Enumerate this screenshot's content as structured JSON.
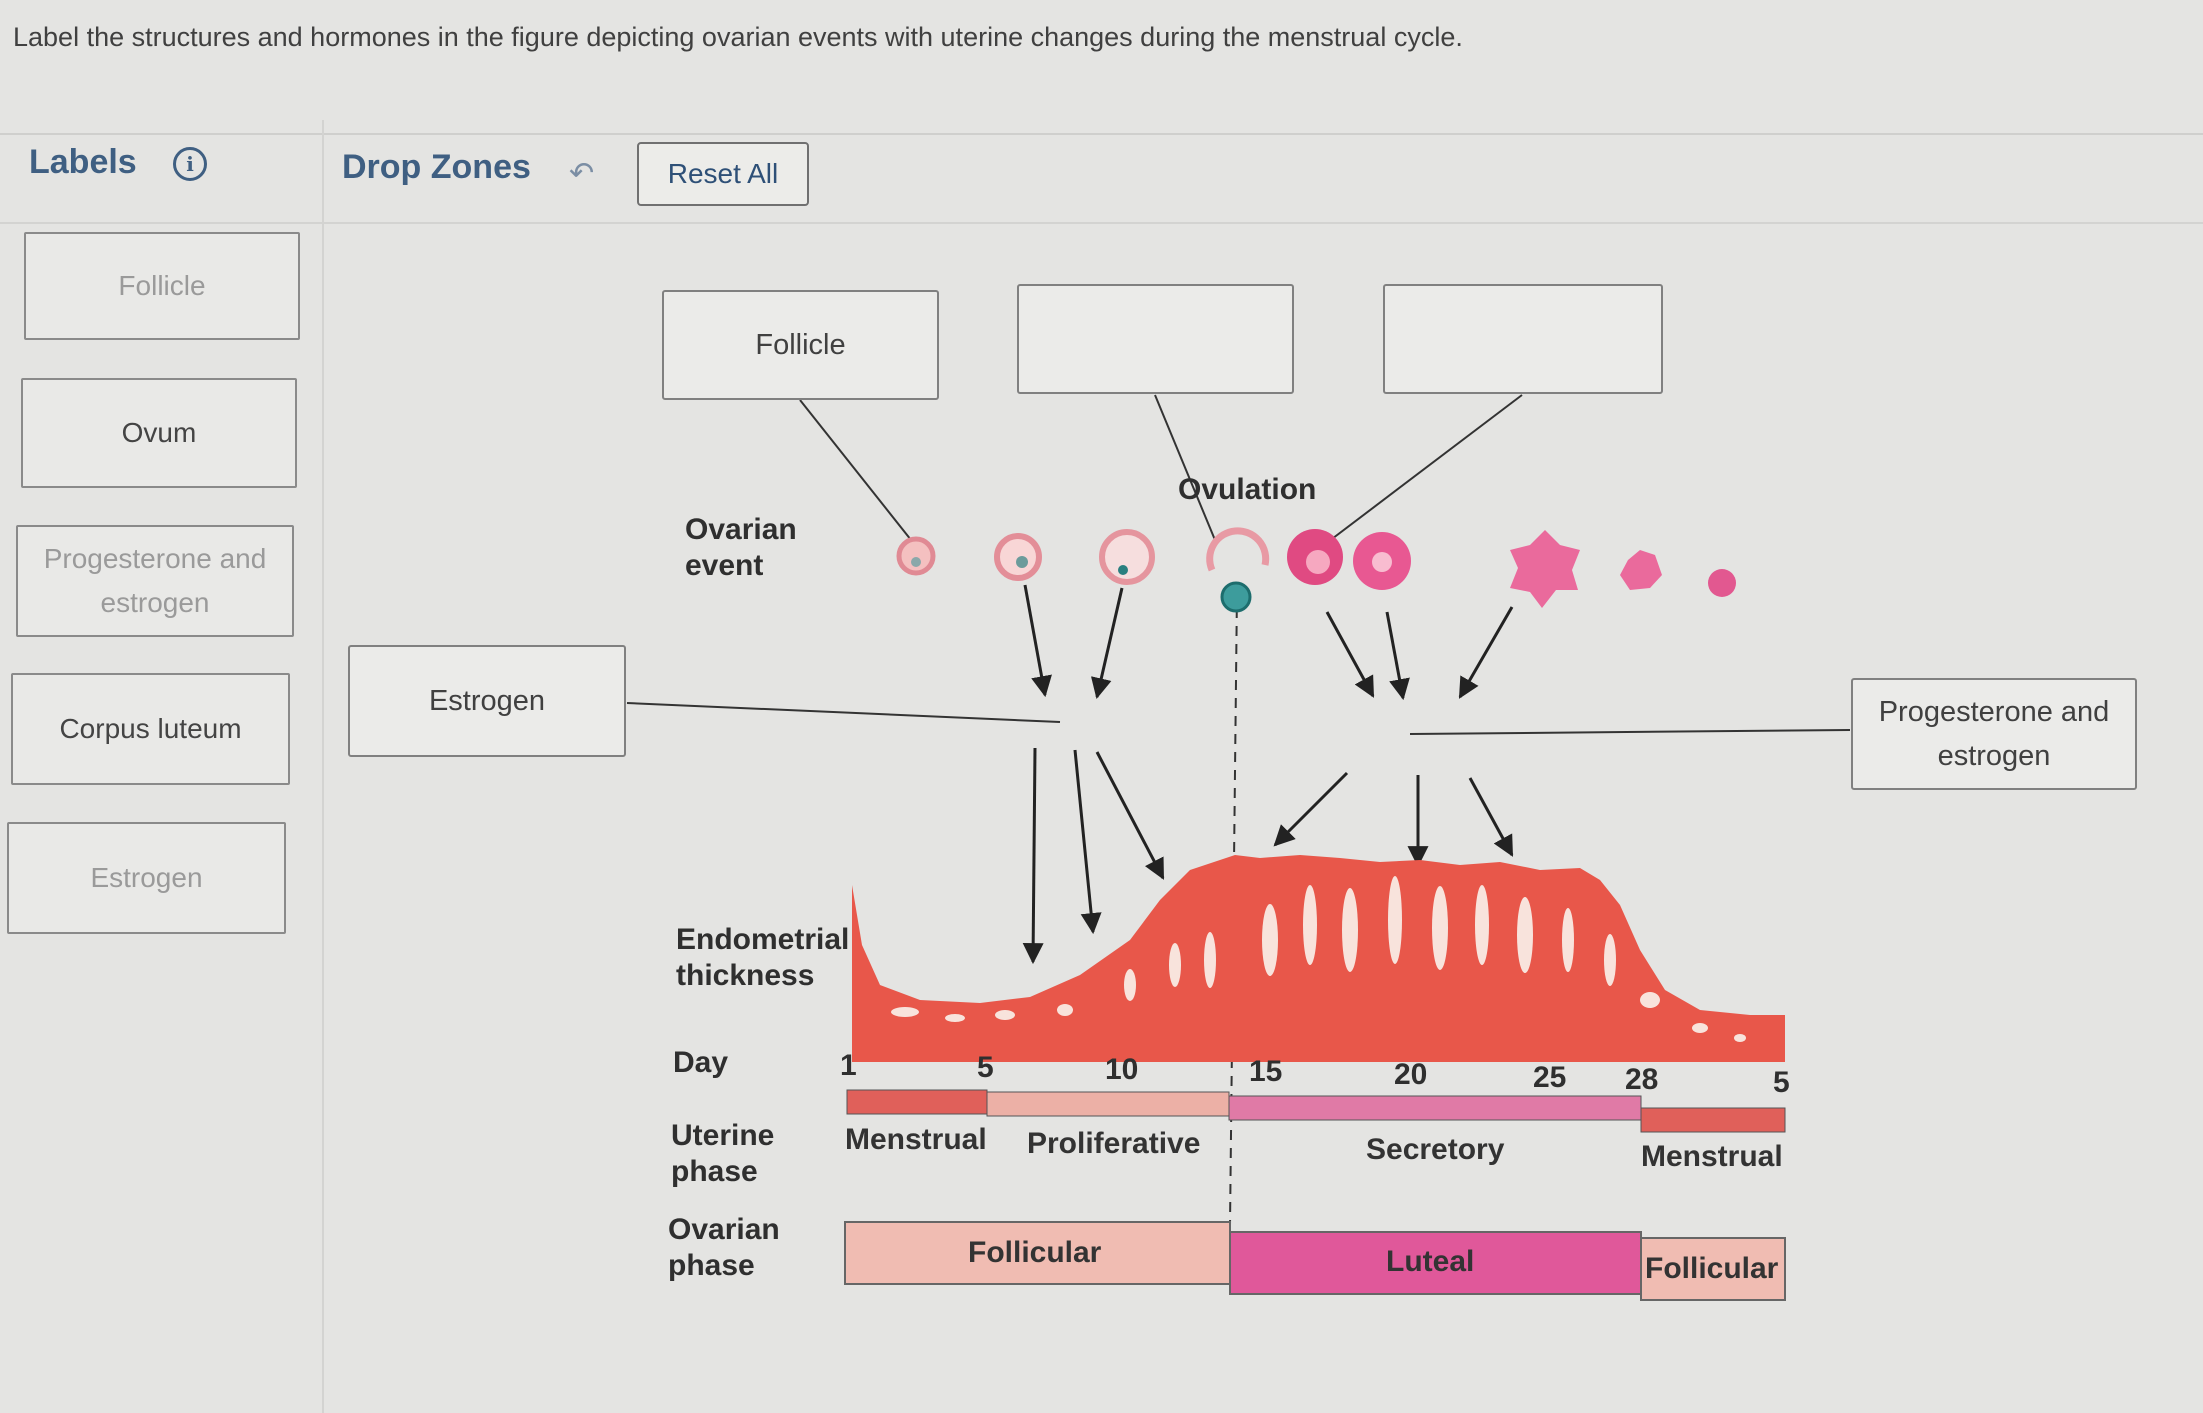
{
  "instruction": "Label the structures and hormones in the figure depicting ovarian events with uterine changes during the menstrual cycle.",
  "header": {
    "labels_title": "Labels",
    "dropzones_title": "Drop Zones",
    "reset_label": "Reset All"
  },
  "labels": [
    {
      "text": "Follicle",
      "used": true
    },
    {
      "text": "Ovum",
      "used": false
    },
    {
      "text": "Progesterone and estrogen",
      "used": true
    },
    {
      "text": "Corpus luteum",
      "used": false
    },
    {
      "text": "Estrogen",
      "used": true
    }
  ],
  "dropzones": {
    "top_left": "Follicle",
    "top_middle": "",
    "top_right": "",
    "left_hormone": "Estrogen",
    "right_hormone": "Progesterone and estrogen"
  },
  "figure": {
    "ovulation": "Ovulation",
    "ovarian_event": "Ovarian\nevent",
    "endometrial_thickness": "Endometrial\nthickness",
    "day_label": "Day",
    "uterine_phase_label": "Uterine\nphase",
    "ovarian_phase_label": "Ovarian\nphase",
    "days": [
      "1",
      "5",
      "10",
      "15",
      "20",
      "25",
      "28",
      "5"
    ],
    "uterine_phases": [
      "Menstrual",
      "Proliferative",
      "Secretory",
      "Menstrual"
    ],
    "ovarian_phases": [
      "Follicular",
      "Luteal",
      "Follicular"
    ],
    "colors": {
      "menstrual": "#e0605a",
      "proliferative": "#ecb0a6",
      "secretory": "#e07aa6",
      "follicular": "#f0bcb2",
      "luteal": "#e0589a",
      "endometrium": "#e8574a"
    }
  }
}
